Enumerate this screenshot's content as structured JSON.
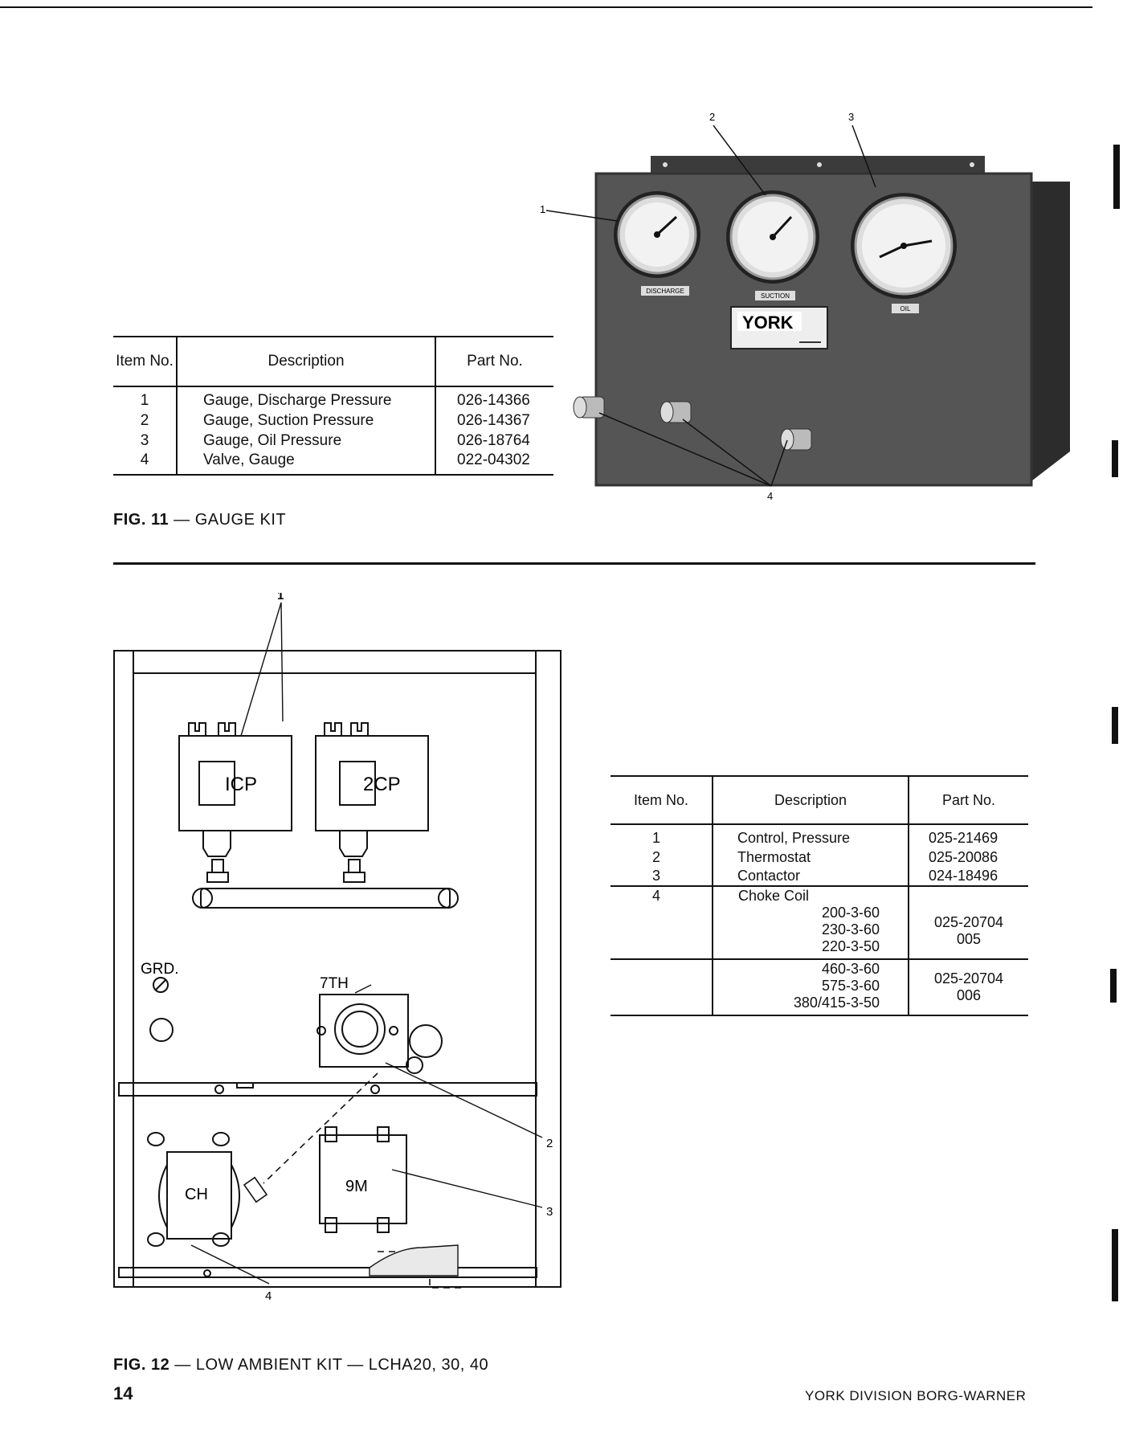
{
  "page": {
    "number": "14",
    "footer": "YORK DIVISION BORG-WARNER"
  },
  "fig11": {
    "caption_num": "FIG. 11",
    "caption_text": "— GAUGE KIT",
    "table": {
      "headers": [
        "Item No.",
        "Description",
        "Part No."
      ],
      "rows": [
        {
          "item": "1",
          "desc": "Gauge, Discharge Pressure",
          "part": "026-14366"
        },
        {
          "item": "2",
          "desc": "Gauge, Suction Pressure",
          "part": "026-14367"
        },
        {
          "item": "3",
          "desc": "Gauge, Oil Pressure",
          "part": "026-18764"
        },
        {
          "item": "4",
          "desc": "Valve, Gauge",
          "part": "022-04302"
        }
      ]
    },
    "photo": {
      "brand": "YORK",
      "gauge_labels": [
        "DISCHARGE",
        "SUCTION",
        "OIL"
      ],
      "callouts": [
        "1",
        "2",
        "3",
        "4"
      ]
    }
  },
  "fig12": {
    "caption_num": "FIG. 12",
    "caption_text": "— LOW AMBIENT KIT — LCHA20, 30, 40",
    "table": {
      "headers": [
        "Item No.",
        "Description",
        "Part No."
      ],
      "rows": [
        {
          "item": "1",
          "desc": "Control, Pressure",
          "part": "025-21469"
        },
        {
          "item": "2",
          "desc": "Thermostat",
          "part": "025-20086"
        },
        {
          "item": "3",
          "desc": "Contactor",
          "part": "024-18496"
        }
      ],
      "choke": {
        "item": "4",
        "desc": "Choke Coil",
        "group1": {
          "voltages": [
            "200-3-60",
            "230-3-60",
            "220-3-50"
          ],
          "part_line1": "025-20704",
          "part_line2": "005"
        },
        "group2": {
          "voltages": [
            "460-3-60",
            "575-3-60",
            "380/415-3-50"
          ],
          "part_line1": "025-20704",
          "part_line2": "006"
        }
      }
    },
    "diagram": {
      "labels": {
        "cp1": "ICP",
        "cp2": "2CP",
        "grd": "GRD.",
        "th": "7TH",
        "ch": "CH",
        "m": "9M"
      },
      "callouts": [
        "1",
        "2",
        "3",
        "4"
      ]
    }
  }
}
